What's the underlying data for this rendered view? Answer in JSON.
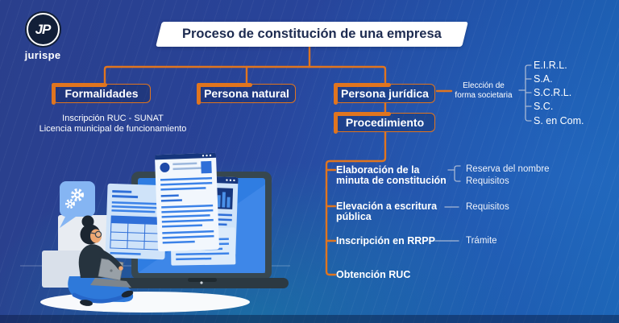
{
  "brand": {
    "monogram": "JP",
    "name": "jurispe"
  },
  "title": "Proceso de constitución de una empresa",
  "colors": {
    "accent_orange": "#e0751f",
    "background_navy": "#27418e",
    "background_blue": "#1d5cae",
    "teal_glow": "#0ba3b4",
    "title_text_navy": "#1d2b50",
    "bracket_gray": "#b6c2d8"
  },
  "branches": {
    "formalidades": {
      "label": "Formalidades",
      "note_line1": "Inscripción RUC - SUNAT",
      "note_line2": "Licencia municipal de funcionamiento"
    },
    "persona_natural": {
      "label": "Persona natural"
    },
    "persona_juridica": {
      "label": "Persona jurídica"
    }
  },
  "eleccion": {
    "line1": "Elección de",
    "line2": "forma societaria",
    "types": [
      "E.I.R.L.",
      "S.A.",
      "S.C.R.L.",
      "S.C.",
      "S. en Com."
    ]
  },
  "procedimiento": {
    "label": "Procedimiento",
    "steps": [
      {
        "line1": "Elaboración de la",
        "line2": "minuta de constitución",
        "detail1": "Reserva del nombre",
        "detail2": "Requisitos"
      },
      {
        "line1": "Elevación a escritura",
        "line2": "pública",
        "detail1": "Requisitos"
      },
      {
        "line1": "Inscripción en RRPP",
        "detail1": "Trámite"
      },
      {
        "line1": "Obtención RUC"
      }
    ]
  },
  "illustration": {
    "icons": [
      "gears-icon",
      "document-icon",
      "laptop-icon",
      "person-working"
    ]
  }
}
